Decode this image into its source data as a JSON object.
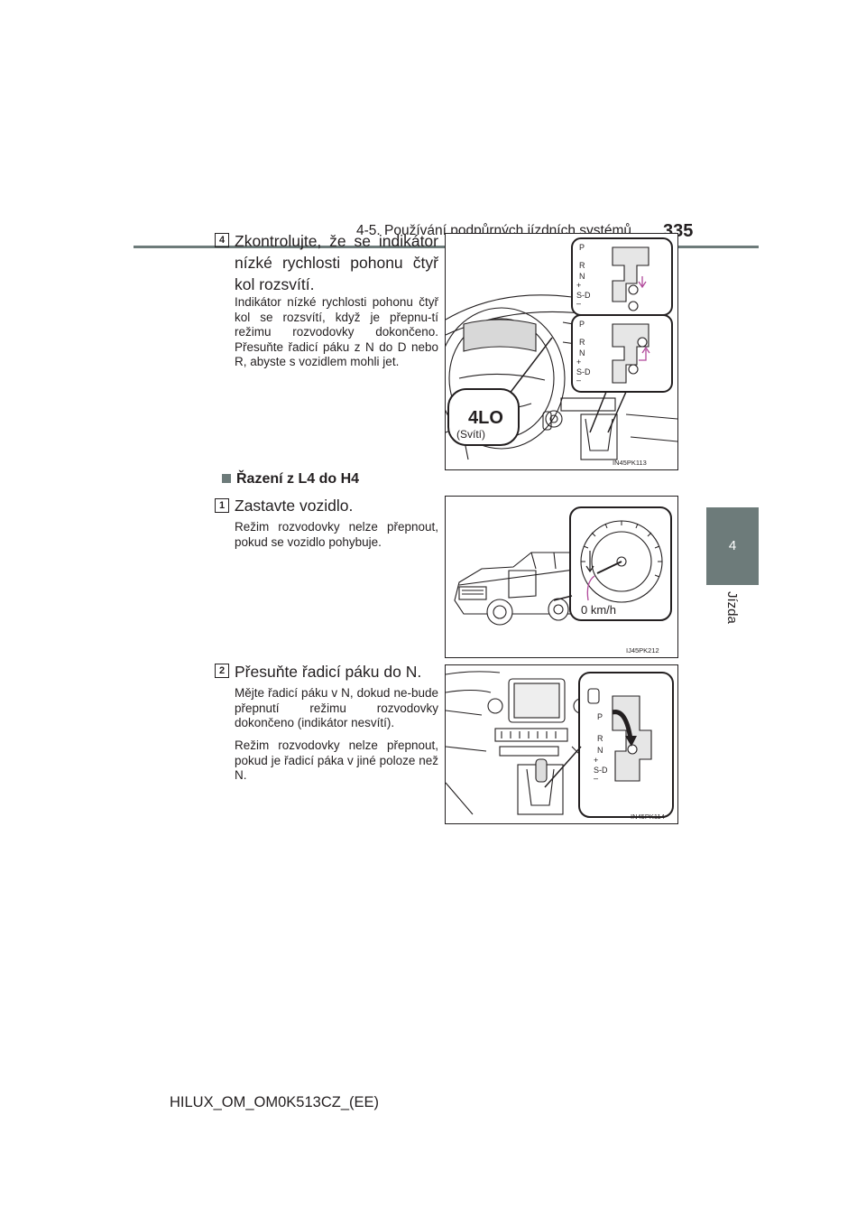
{
  "header": {
    "section_title": "4-5. Používání podpůrných jízdních systémů",
    "page_number": "335"
  },
  "side_tab": {
    "chapter_number": "4",
    "chapter_label": "Jízda"
  },
  "steps": [
    {
      "number": "4",
      "heading": "Zkontrolujte, že se indikátor nízké rychlosti pohonu čtyř kol rozsvítí.",
      "body": [
        "Indikátor nízké rychlosti pohonu čtyř kol se rozsvítí, když je přepnu-tí režimu rozvodovky dokončeno. Přesuňte řadicí páku z N do D nebo R, abyste s vozidlem mohli jet."
      ]
    },
    {
      "number": "1",
      "heading": "Zastavte vozidlo.",
      "body": [
        "Režim rozvodovky nelze přepnout, pokud se vozidlo pohybuje."
      ]
    },
    {
      "number": "2",
      "heading": "Přesuňte řadicí páku do N.",
      "body": [
        "Mějte řadicí páku v N, dokud ne-bude přepnutí režimu rozvodovky dokončeno (indikátor nesvítí).",
        "Režim rozvodovky nelze přepnout, pokud je řadicí páka v jiné poloze než N."
      ]
    }
  ],
  "section_heading": "Řazení z L4 do H4",
  "figures": [
    {
      "code": "IN45PK113",
      "indicator": "4LO",
      "indicator_caption": "(Svítí)",
      "gate_labels": [
        "P",
        "R",
        "N",
        "+",
        "S-D",
        "–"
      ]
    },
    {
      "code": "IJ45PK212",
      "speed_label": "0 km/h"
    },
    {
      "code": "IN45PK114",
      "gate_labels": [
        "P",
        "R",
        "N",
        "+",
        "S-D",
        "–"
      ]
    }
  ],
  "footer": {
    "document_code": "HILUX_OM_OM0K513CZ_(EE)"
  },
  "colors": {
    "accent_gray": "#6d7b7a",
    "arrow_pink": "#b0489a"
  }
}
